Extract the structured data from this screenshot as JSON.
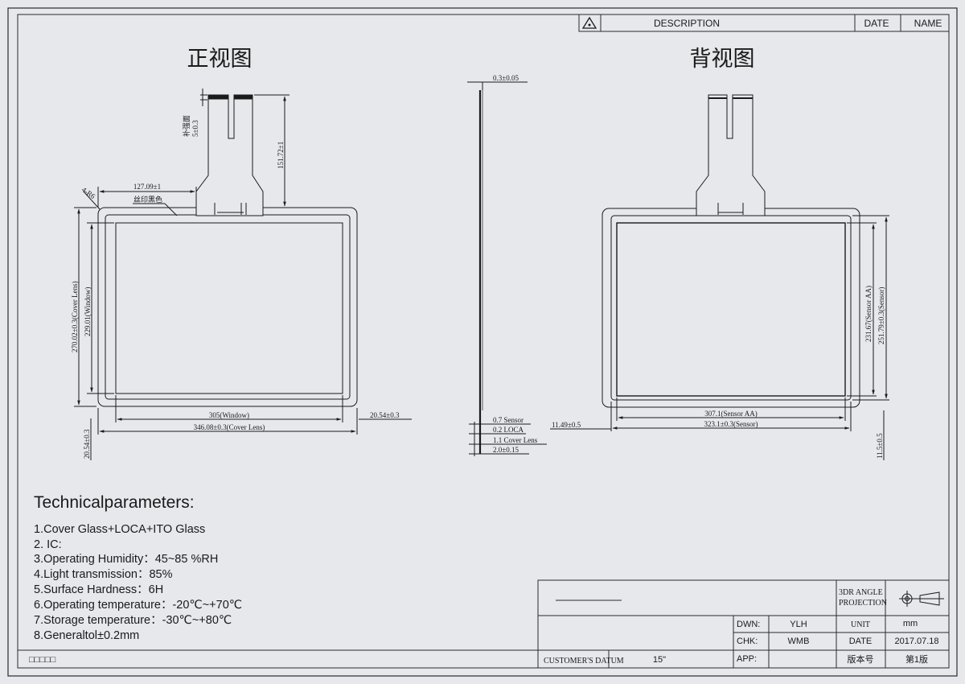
{
  "header": {
    "description": "DESCRIPTION",
    "date": "DATE",
    "name": "NAME"
  },
  "views": {
    "front_title": "正视图",
    "back_title": "背视图"
  },
  "front_dims": {
    "fpc_thickness": "补强面",
    "fpc_thickness_value": "5±0.3",
    "fpc_length": "151.72±1",
    "offset_x": "127.09±1",
    "corner": "4-R6",
    "silk": "丝印黑色",
    "height_cover": "270.02±0.3(Cover Lens)",
    "height_window": "229.01(Window)",
    "width_window": "305(Window)",
    "width_cover": "346.08±0.3(Cover Lens)",
    "margin_right": "20.54±0.3",
    "margin_bottom": "20.54±0.3"
  },
  "side_dims": {
    "top": "0.3±0.05",
    "sensor": "0.7 Sensor",
    "loca": "0.2 LOCA",
    "cover": "1.1 Cover Lens",
    "total": "2.0±0.15"
  },
  "back_dims": {
    "height_aa": "231.67(Sensor AA)",
    "height_sensor": "251.79±0.3(Sensor)",
    "width_aa": "307.1(Sensor AA)",
    "width_sensor": "323.1±0.3(Sensor)",
    "margin_left": "11.49±0.5",
    "margin_right": "11.5±0.5"
  },
  "tech": {
    "title": "Technicalparameters:",
    "items": [
      "1.Cover Glass+LOCA+ITO Glass",
      "2. IC:",
      "3.Operating Humidity：45~85 %RH",
      "4.Light transmission：85%",
      "5.Surface Hardness：6H",
      "6.Operating temperature：-20℃~+70℃",
      "7.Storage temperature：-30℃~+80℃",
      "8.Generaltol±0.2mm"
    ]
  },
  "title_block": {
    "projection": [
      "3DR ANGLE",
      "PROJECTION"
    ],
    "dwn_label": "DWN:",
    "dwn_value": "YLH",
    "unit_label": "UNIT",
    "unit_value": "mm",
    "chk_label": "CHK:",
    "chk_value": "WMB",
    "date_label": "DATE",
    "date_value": "2017.07.18",
    "customer_label": "CUSTOMER'S DATUM",
    "size_value": "15\"",
    "app_label": "APP:",
    "version_label": "版本号",
    "version_value": "第1版",
    "footer_code": "□□□□□"
  }
}
